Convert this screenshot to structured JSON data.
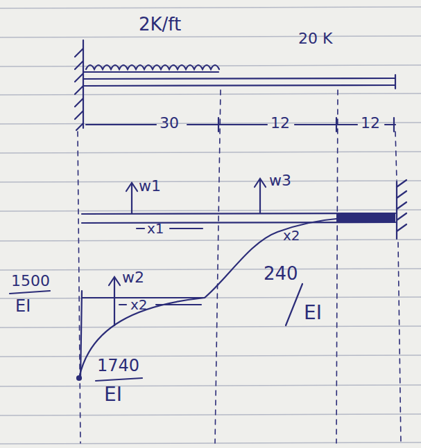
{
  "diagram": {
    "labels": [
      "2K/ft",
      "20 K",
      "30",
      "12",
      "12",
      "w1",
      "w3",
      "x1",
      "x2",
      "1500",
      "EI",
      "w2",
      "x2",
      "240",
      "EI",
      "1740",
      "EI"
    ]
  }
}
